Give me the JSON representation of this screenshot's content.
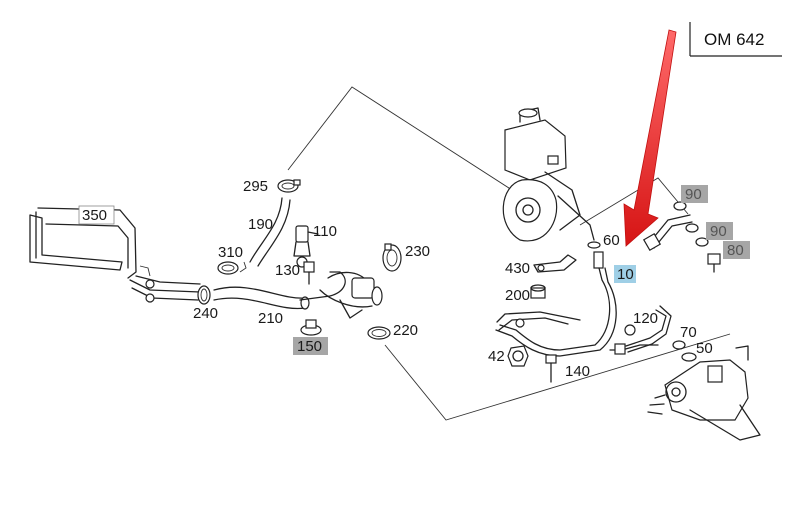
{
  "engine_label": "OM 642",
  "colors": {
    "arrow": "#e01b1b",
    "highlight_gray": "#a6a6a6",
    "highlight_blue": "#9fcfe6",
    "line": "#222222"
  },
  "labels": {
    "p350": "350",
    "p295": "295",
    "p190": "190",
    "p110": "110",
    "p310": "310",
    "p130": "130",
    "p230": "230",
    "p240": "240",
    "p210": "210",
    "p220": "220",
    "p150": "150",
    "p90a": "90",
    "p90b": "90",
    "p80": "80",
    "p60": "60",
    "p10": "10",
    "p430": "430",
    "p200": "200",
    "p120": "120",
    "p70": "70",
    "p50": "50",
    "p42": "42",
    "p140": "140"
  }
}
